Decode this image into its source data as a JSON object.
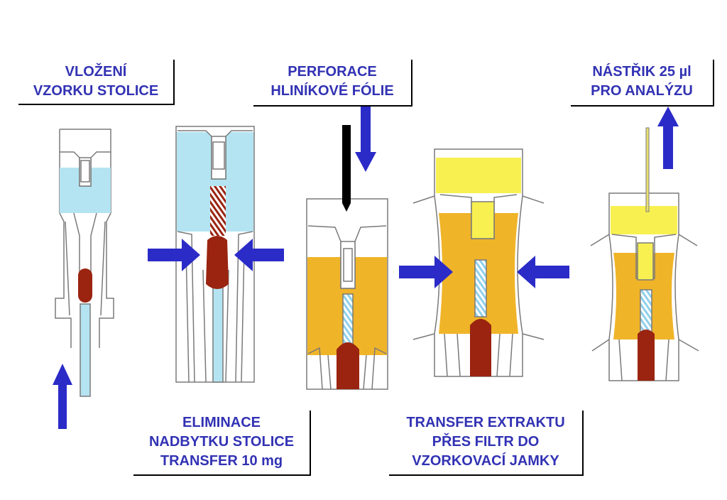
{
  "colors": {
    "arrow": "#2b2bc8",
    "label_text": "#3232b4",
    "water": "#b4e4f2",
    "extract": "#f0b428",
    "top_yellow": "#f8f050",
    "stool": "#9a2410",
    "filter": "#9fd9ec"
  },
  "labels": {
    "step1": [
      "VLOŽENÍ",
      "VZORKU STOLICE"
    ],
    "step2": [
      "ELIMINACE",
      "NADBYTKU STOLICE",
      "TRANSFER 10 mg"
    ],
    "step3": [
      "PERFORACE",
      "HLINÍKOVÉ FÓLIE"
    ],
    "step4": [
      "TRANSFER EXTRAKTU",
      "PŘES FILTR DO",
      "VZORKOVACÍ JAMKY"
    ],
    "step5": [
      "NÁSTŘIK 25 µl",
      "PRO ANALÝZU"
    ]
  }
}
